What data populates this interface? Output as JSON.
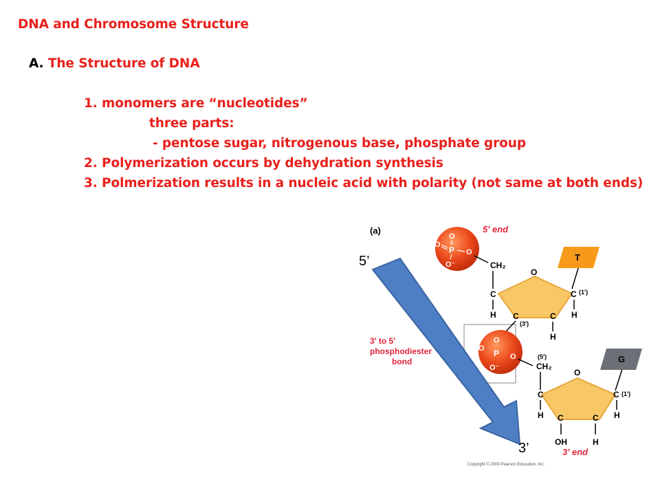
{
  "slide": {
    "title": "DNA and Chromosome Structure",
    "section": {
      "letter": "A.",
      "text": "The Structure of DNA"
    },
    "points": [
      "1. monomers are “nucleotides”",
      "three parts:",
      "- pentose sugar, nitrogenous base, phosphate group",
      "2. Polymerization occurs by dehydration synthesis",
      "3. Polmerization results in a nucleic acid with polarity (not same at both ends)"
    ]
  },
  "figure": {
    "panel_label": "(a)",
    "five_prime_end": "5′ end",
    "three_prime_end": "3′ end",
    "bond_label": [
      "3′ to 5′",
      "phosphodiester",
      "bond"
    ],
    "bases": [
      "T",
      "G"
    ],
    "atoms": {
      "oxygen": "O",
      "phosphorus": "P",
      "carbon": "C",
      "hydrogen": "H",
      "ch2": "CH₂",
      "oh": "OH",
      "o_minus": "O⁻"
    },
    "carbon_numbers": [
      "(1′)",
      "(3′)",
      "(5′)",
      "(1′)"
    ],
    "copyright": "Copyright © 2009 Pearson Education, Inc.",
    "arrow_labels": {
      "start": "5’",
      "end": "3’"
    },
    "colors": {
      "phosphate": "#e8481c",
      "sugar": "#f8c766",
      "base_t": "#f79a1c",
      "base_g": "#6c7178",
      "arrow": "#4e7ec4",
      "label_red": "#e3243b"
    }
  }
}
